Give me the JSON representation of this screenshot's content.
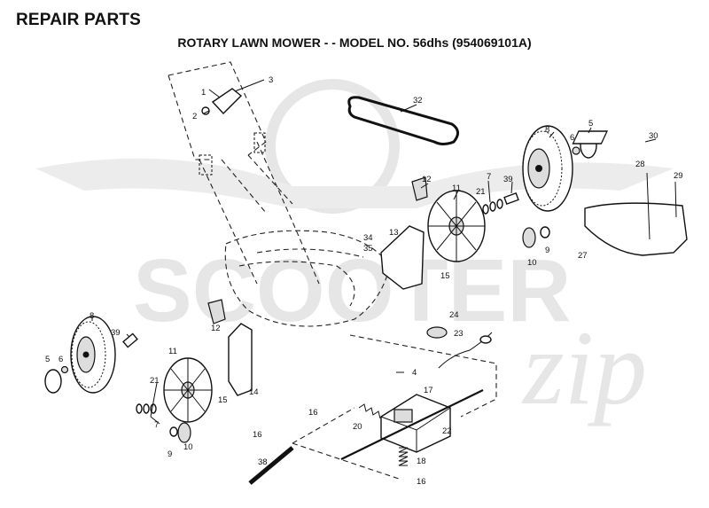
{
  "header": {
    "section": "REPAIR PARTS",
    "title": "ROTARY LAWN MOWER - - MODEL NO. 56dhs   (954069101A)"
  },
  "watermark": {
    "brand": "SCOOTER",
    "script": "zip",
    "color": "#e6e6e6"
  },
  "callouts": [
    {
      "id": "c1",
      "label": "1"
    },
    {
      "id": "c2",
      "label": "2"
    },
    {
      "id": "c3",
      "label": "3"
    },
    {
      "id": "c32",
      "label": "32"
    },
    {
      "id": "c8a",
      "label": "8"
    },
    {
      "id": "c5a",
      "label": "5"
    },
    {
      "id": "c6a",
      "label": "6"
    },
    {
      "id": "c30",
      "label": "30"
    },
    {
      "id": "c7a",
      "label": "7"
    },
    {
      "id": "c39a",
      "label": "39"
    },
    {
      "id": "c21a",
      "label": "21"
    },
    {
      "id": "c11a",
      "label": "11"
    },
    {
      "id": "c12a",
      "label": "12"
    },
    {
      "id": "c28",
      "label": "28"
    },
    {
      "id": "c29",
      "label": "29"
    },
    {
      "id": "c13",
      "label": "13"
    },
    {
      "id": "c34",
      "label": "34"
    },
    {
      "id": "c35",
      "label": "35"
    },
    {
      "id": "c10a",
      "label": "10"
    },
    {
      "id": "c9a",
      "label": "9"
    },
    {
      "id": "c27",
      "label": "27"
    },
    {
      "id": "c15a",
      "label": "15"
    },
    {
      "id": "c24",
      "label": "24"
    },
    {
      "id": "c23",
      "label": "23"
    },
    {
      "id": "c8b",
      "label": "8"
    },
    {
      "id": "c12b",
      "label": "12"
    },
    {
      "id": "c39b",
      "label": "39"
    },
    {
      "id": "c5b",
      "label": "5"
    },
    {
      "id": "c6b",
      "label": "6"
    },
    {
      "id": "c11b",
      "label": "11"
    },
    {
      "id": "c4",
      "label": "4"
    },
    {
      "id": "c21b",
      "label": "21"
    },
    {
      "id": "c15b",
      "label": "15"
    },
    {
      "id": "c14",
      "label": "14"
    },
    {
      "id": "c17",
      "label": "17"
    },
    {
      "id": "c7b",
      "label": "7"
    },
    {
      "id": "c16a",
      "label": "16"
    },
    {
      "id": "c16b",
      "label": "16"
    },
    {
      "id": "c20",
      "label": "20"
    },
    {
      "id": "c22",
      "label": "22"
    },
    {
      "id": "c9b",
      "label": "9"
    },
    {
      "id": "c10b",
      "label": "10"
    },
    {
      "id": "c38",
      "label": "38"
    },
    {
      "id": "c18",
      "label": "18"
    },
    {
      "id": "c16c",
      "label": "16"
    }
  ]
}
